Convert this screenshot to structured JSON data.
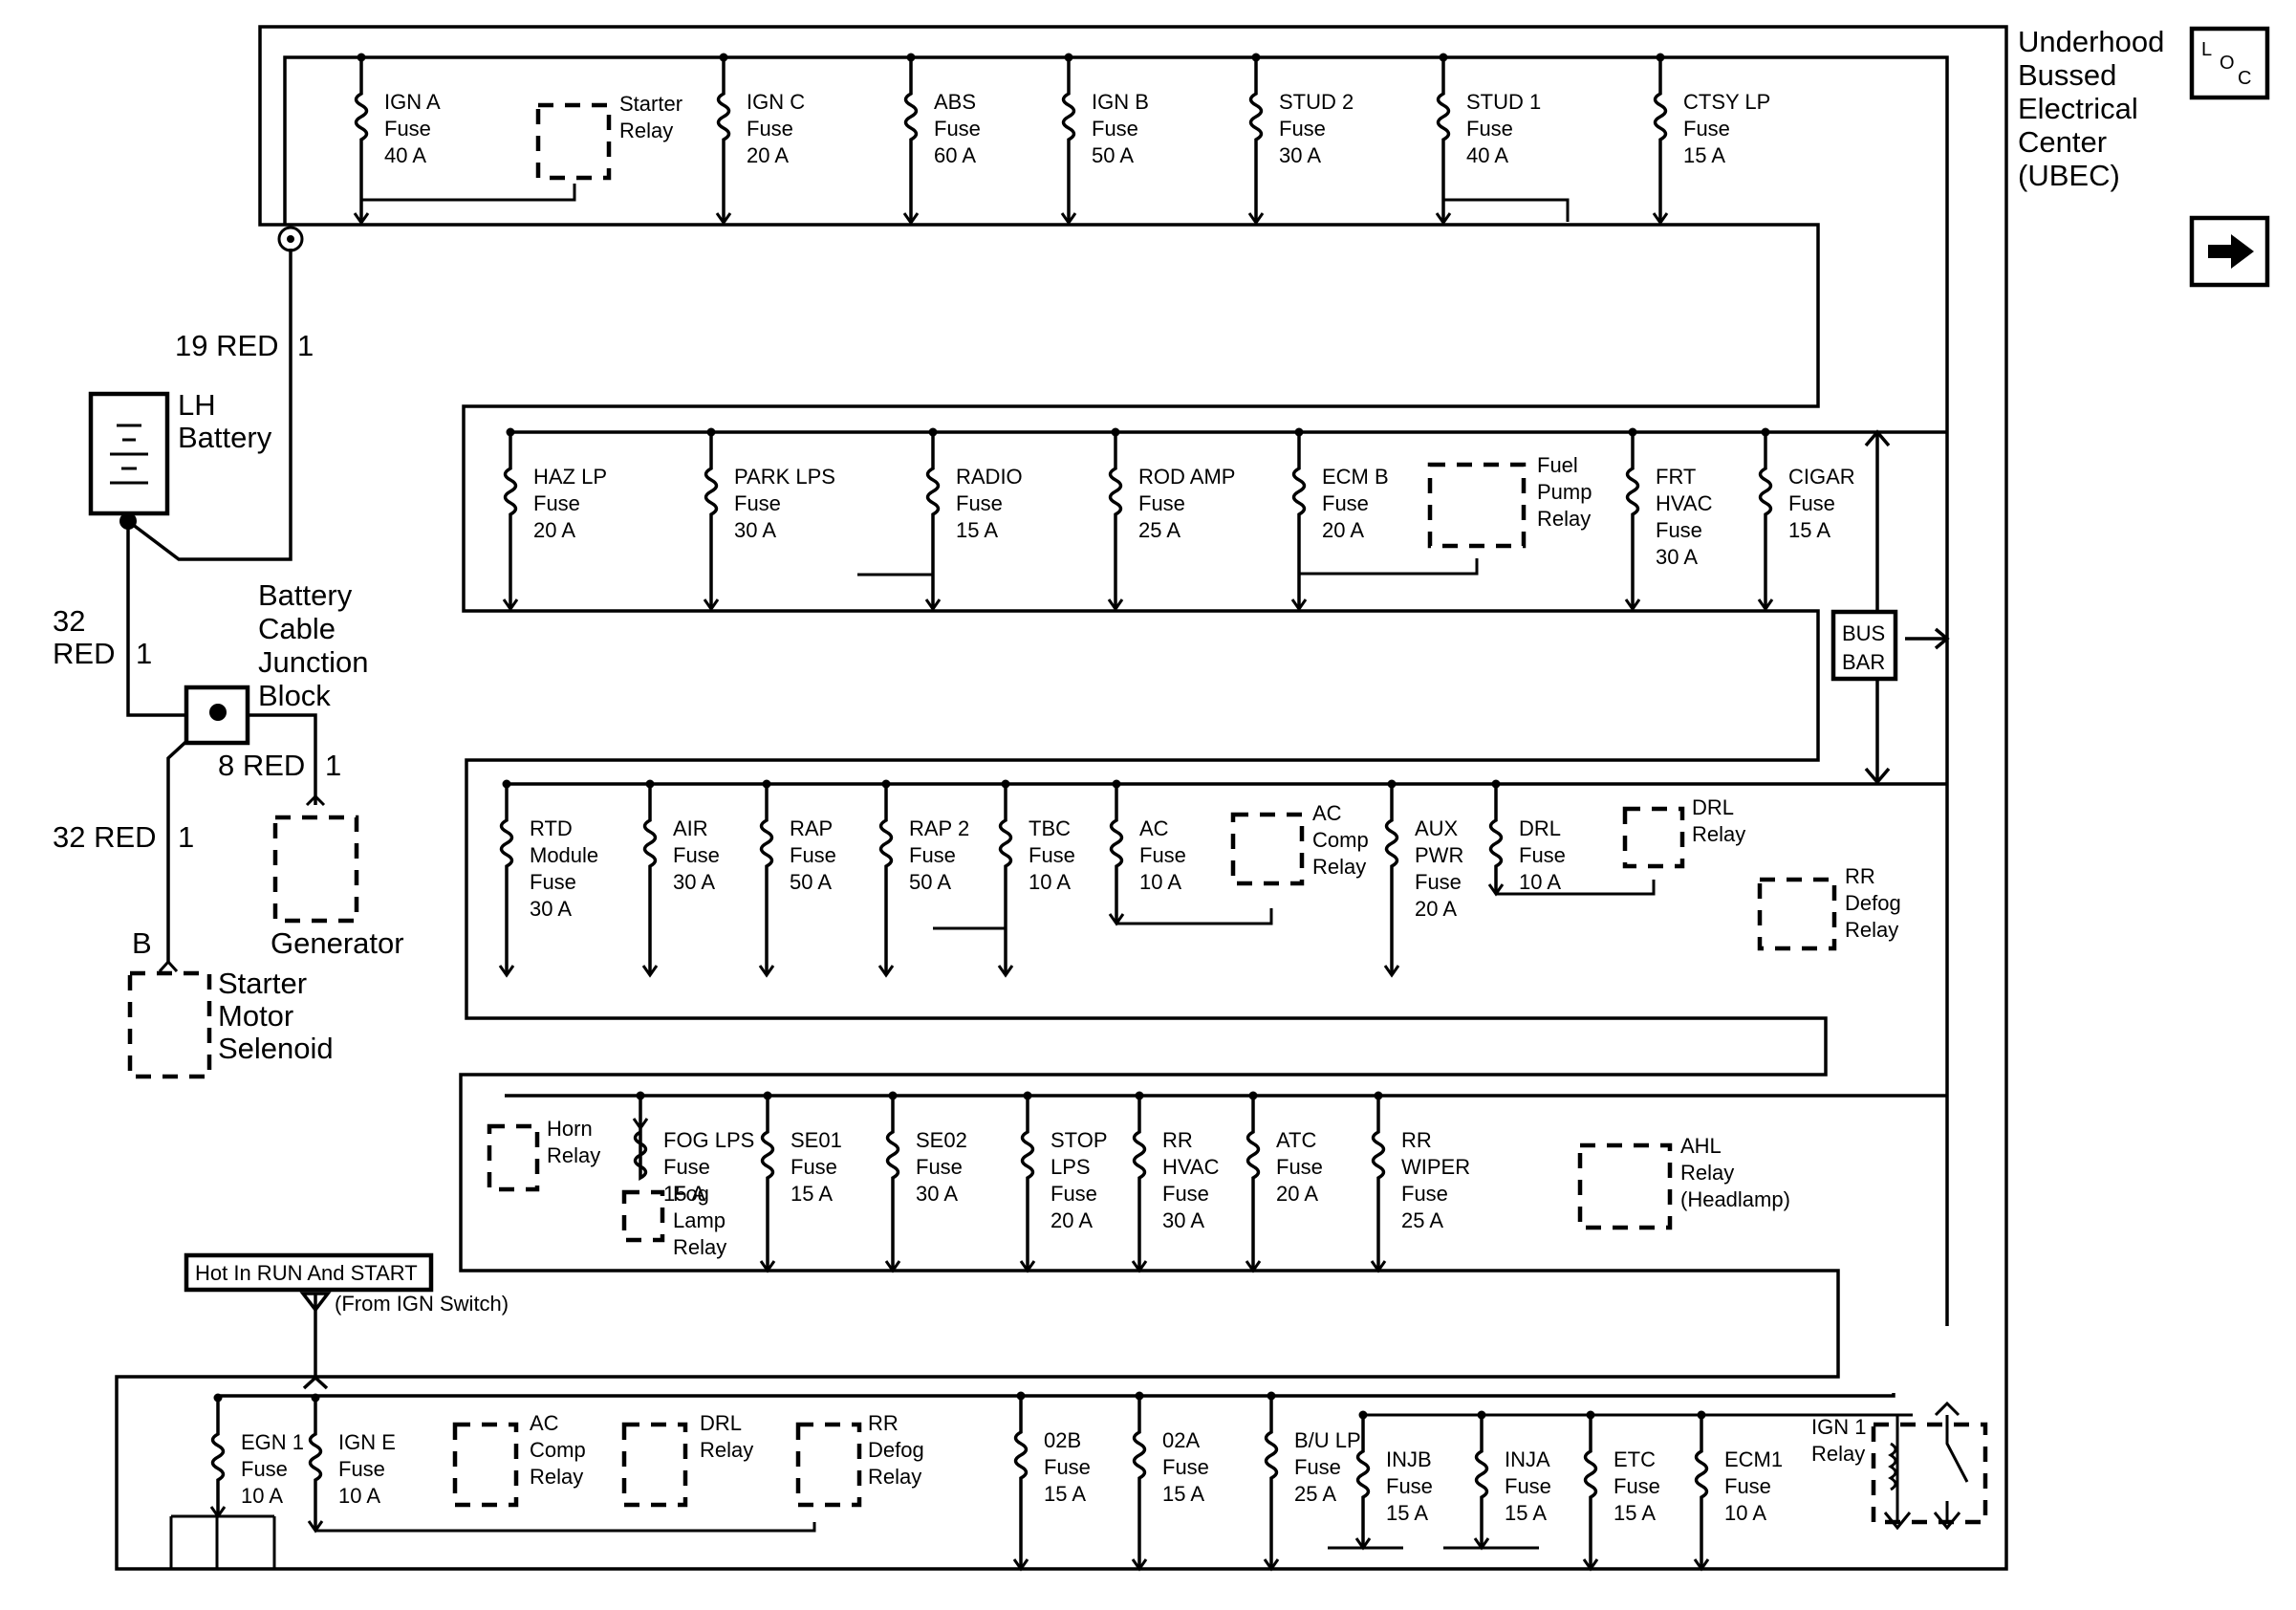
{
  "ubec_title": [
    "Underhood",
    "Bussed",
    "Electrical",
    "Center",
    "(UBEC)"
  ],
  "loc_icon": {
    "letters": [
      "L",
      "O",
      "C"
    ]
  },
  "arrow_icon": "right-arrow-icon",
  "left": {
    "wire_19": {
      "label": "19 RED",
      "pin": "1"
    },
    "battery": [
      "LH",
      "Battery"
    ],
    "wire_32a": {
      "label": [
        "32",
        "RED"
      ],
      "pin": "1"
    },
    "junction": [
      "Battery",
      "Cable",
      "Junction",
      "Block"
    ],
    "wire_8": {
      "label": "8 RED",
      "pin": "1"
    },
    "wire_32b": {
      "label": "32 RED",
      "pin": "1"
    },
    "generator": "Generator",
    "terminal_b": "B",
    "starter_solenoid": [
      "Starter",
      "Motor",
      "Selenoid"
    ]
  },
  "bus_bar": [
    "BUS",
    "BAR"
  ],
  "hot_in": {
    "title": "Hot In RUN And START",
    "note": "(From IGN Switch)"
  },
  "rows": [
    {
      "fuses": [
        {
          "id": "ign-a",
          "lines": [
            "IGN A",
            "Fuse",
            "40 A"
          ]
        },
        {
          "id": "ign-c",
          "lines": [
            "IGN C",
            "Fuse",
            "20 A"
          ]
        },
        {
          "id": "abs",
          "lines": [
            "ABS",
            "Fuse",
            "60 A"
          ]
        },
        {
          "id": "ign-b",
          "lines": [
            "IGN B",
            "Fuse",
            "50 A"
          ]
        },
        {
          "id": "stud-2",
          "lines": [
            "STUD 2",
            "Fuse",
            "30 A"
          ]
        },
        {
          "id": "stud-1",
          "lines": [
            "STUD 1",
            "Fuse",
            "40 A"
          ]
        },
        {
          "id": "ctsy-lp",
          "lines": [
            "CTSY LP",
            "Fuse",
            "15 A"
          ]
        }
      ],
      "relays": [
        {
          "id": "starter",
          "lines": [
            "Starter",
            "Relay"
          ]
        }
      ]
    },
    {
      "fuses": [
        {
          "id": "haz-lp",
          "lines": [
            "HAZ LP",
            "Fuse",
            "20 A"
          ]
        },
        {
          "id": "park-lps",
          "lines": [
            "PARK LPS",
            "Fuse",
            "30 A"
          ]
        },
        {
          "id": "radio",
          "lines": [
            "RADIO",
            "Fuse",
            "15 A"
          ]
        },
        {
          "id": "rod-amp",
          "lines": [
            "ROD AMP",
            "Fuse",
            "25 A"
          ]
        },
        {
          "id": "ecm-b",
          "lines": [
            "ECM B",
            "Fuse",
            "20 A"
          ]
        },
        {
          "id": "frt-hvac",
          "lines": [
            "FRT",
            "HVAC",
            "Fuse",
            "30 A"
          ]
        },
        {
          "id": "cigar",
          "lines": [
            "CIGAR",
            "Fuse",
            "15 A"
          ]
        }
      ],
      "relays": [
        {
          "id": "fuel-pump",
          "lines": [
            "Fuel",
            "Pump",
            "Relay"
          ]
        }
      ]
    },
    {
      "fuses": [
        {
          "id": "rtd-module",
          "lines": [
            "RTD",
            "Module",
            "Fuse",
            "30 A"
          ]
        },
        {
          "id": "air",
          "lines": [
            "AIR",
            "Fuse",
            "30 A"
          ]
        },
        {
          "id": "rap",
          "lines": [
            "RAP",
            "Fuse",
            "50 A"
          ]
        },
        {
          "id": "rap-2",
          "lines": [
            "RAP 2",
            "Fuse",
            "50 A"
          ]
        },
        {
          "id": "tbc",
          "lines": [
            "TBC",
            "Fuse",
            "10 A"
          ]
        },
        {
          "id": "ac",
          "lines": [
            "AC",
            "Fuse",
            "10 A"
          ]
        },
        {
          "id": "aux-pwr",
          "lines": [
            "AUX",
            "PWR",
            "Fuse",
            "20 A"
          ]
        },
        {
          "id": "drl",
          "lines": [
            "DRL",
            "Fuse",
            "10 A"
          ]
        }
      ],
      "relays": [
        {
          "id": "ac-comp",
          "lines": [
            "AC",
            "Comp",
            "Relay"
          ]
        },
        {
          "id": "drl",
          "lines": [
            "DRL",
            "Relay"
          ]
        },
        {
          "id": "rr-defog",
          "lines": [
            "RR",
            "Defog",
            "Relay"
          ]
        }
      ]
    },
    {
      "fuses": [
        {
          "id": "fog-lps",
          "lines": [
            "FOG LPS",
            "Fuse",
            "15 A"
          ]
        },
        {
          "id": "se01",
          "lines": [
            "SE01",
            "Fuse",
            "15 A"
          ]
        },
        {
          "id": "se02",
          "lines": [
            "SE02",
            "Fuse",
            "30 A"
          ]
        },
        {
          "id": "stop-lps",
          "lines": [
            "STOP",
            "LPS",
            "Fuse",
            "20 A"
          ]
        },
        {
          "id": "rr-hvac",
          "lines": [
            "RR",
            "HVAC",
            "Fuse",
            "30 A"
          ]
        },
        {
          "id": "atc",
          "lines": [
            "ATC",
            "Fuse",
            "20 A"
          ]
        },
        {
          "id": "rr-wiper",
          "lines": [
            "RR",
            "WIPER",
            "Fuse",
            "25 A"
          ]
        }
      ],
      "relays": [
        {
          "id": "horn",
          "lines": [
            "Horn",
            "Relay"
          ]
        },
        {
          "id": "fog-lamp",
          "lines": [
            "Fog",
            "Lamp",
            "Relay"
          ]
        },
        {
          "id": "ahl",
          "lines": [
            "AHL",
            "Relay",
            "(Headlamp)"
          ]
        }
      ]
    },
    {
      "fuses": [
        {
          "id": "egn-1",
          "lines": [
            "EGN 1",
            "Fuse",
            "10 A"
          ]
        },
        {
          "id": "ign-e",
          "lines": [
            "IGN E",
            "Fuse",
            "10 A"
          ]
        },
        {
          "id": "02b",
          "lines": [
            "02B",
            "Fuse",
            "15 A"
          ]
        },
        {
          "id": "02a",
          "lines": [
            "02A",
            "Fuse",
            "15 A"
          ]
        },
        {
          "id": "bu-lp",
          "lines": [
            "B/U LP",
            "Fuse",
            "25 A"
          ]
        },
        {
          "id": "injb",
          "lines": [
            "INJB",
            "Fuse",
            "15 A"
          ]
        },
        {
          "id": "inja",
          "lines": [
            "INJA",
            "Fuse",
            "15 A"
          ]
        },
        {
          "id": "etc",
          "lines": [
            "ETC",
            "Fuse",
            "15 A"
          ]
        },
        {
          "id": "ecm1",
          "lines": [
            "ECM1",
            "Fuse",
            "10 A"
          ]
        }
      ],
      "relays": [
        {
          "id": "ac-comp-2",
          "lines": [
            "AC",
            "Comp",
            "Relay"
          ]
        },
        {
          "id": "drl-2",
          "lines": [
            "DRL",
            "Relay"
          ]
        },
        {
          "id": "rr-defog-2",
          "lines": [
            "RR",
            "Defog",
            "Relay"
          ]
        },
        {
          "id": "ign-1",
          "lines": [
            "IGN 1",
            "Relay"
          ]
        }
      ]
    }
  ]
}
